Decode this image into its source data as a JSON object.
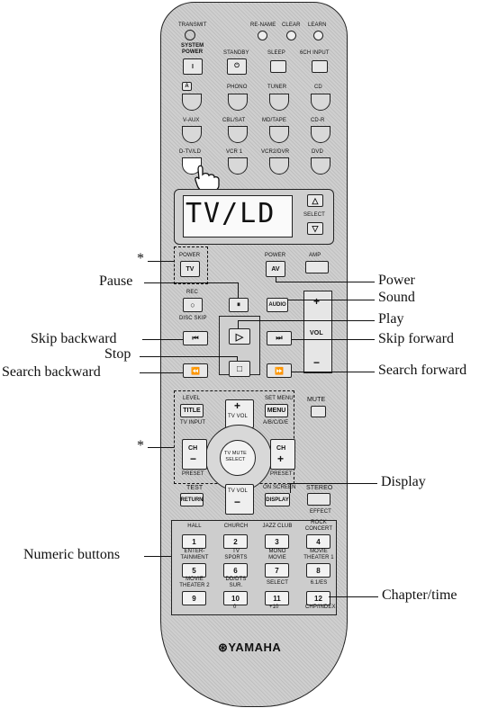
{
  "top_row": {
    "transmit": "TRANSMIT",
    "rename": "RE-NAME",
    "clear": "CLEAR",
    "learn": "LEARN"
  },
  "row_system": {
    "system_power": "SYSTEM\nPOWER",
    "standby": "STANDBY",
    "sleep": "SLEEP",
    "ch6_input": "6CH INPUT",
    "system_glyph": "I",
    "standby_glyph": "⏻"
  },
  "row_inputs1": {
    "a": "A",
    "phono": "PHONO",
    "tuner": "TUNER",
    "cd": "CD"
  },
  "row_inputs2": {
    "vaux": "V-AUX",
    "cblsat": "CBL/SAT",
    "mdtape": "MD/TAPE",
    "cdr": "CD-R"
  },
  "row_inputs3": {
    "dtvld": "D-TV/LD",
    "vcr1": "VCR 1",
    "vcr2dvr": "VCR2/DVR",
    "dvd": "DVD"
  },
  "display": {
    "text": "TV/LD",
    "select": "SELECT",
    "up": "△",
    "down": "▽"
  },
  "power_row": {
    "power_tv_label": "POWER",
    "tv": "TV",
    "power_av_label": "POWER",
    "av": "AV",
    "amp": "AMP"
  },
  "transport": {
    "rec": "REC",
    "disc_skip": "DISC SKIP",
    "pause": "⏸",
    "audio": "AUDIO",
    "skip_back": "⏮",
    "play": "▷",
    "skip_fwd": "⏭",
    "search_back": "⏪",
    "stop": "□",
    "search_fwd": "⏩",
    "vol": "VOL",
    "vol_plus": "+",
    "vol_minus": "−"
  },
  "nav": {
    "level": "LEVEL",
    "title": "TITLE",
    "tv_input": "TV INPUT",
    "set_menu": "SET MENU",
    "menu": "MENU",
    "abcde": "A/B/C/D/E",
    "mute": "MUTE",
    "tv_vol": "TV VOL",
    "tv_mute_select": "TV MUTE\nSELECT",
    "ch": "CH",
    "preset": "PRESET",
    "test": "TEST",
    "return": "RETURN",
    "on_screen": "ON SCREEN",
    "display": "DISPLAY",
    "stereo": "STEREO",
    "effect": "EFFECT",
    "plus": "+",
    "minus": "−"
  },
  "numeric": {
    "row1": [
      {
        "label": "HALL",
        "num": "1"
      },
      {
        "label": "CHURCH",
        "num": "2"
      },
      {
        "label": "JAZZ CLUB",
        "num": "3"
      },
      {
        "label": "ROCK\nCONCERT",
        "num": "4"
      }
    ],
    "row2": [
      {
        "label": "ENTER-\nTAINMENT",
        "num": "5"
      },
      {
        "label": "TV\nSPORTS",
        "num": "6"
      },
      {
        "label": "MONO\nMOVIE",
        "num": "7"
      },
      {
        "label": "MOVIE\nTHEATER 1",
        "num": "8"
      }
    ],
    "row3": [
      {
        "label": "MOVIE\nTHEATER 2",
        "num": "9"
      },
      {
        "label": "DD/DTS\nSUR.",
        "num": "10"
      },
      {
        "label": "SELECT",
        "num": "11"
      },
      {
        "label": "6.1/ES",
        "num": "12"
      }
    ],
    "sub": {
      "zero": "0",
      "plus10": "+10",
      "chp_index": "CHP/INDEX"
    }
  },
  "brand": "⊛YAMAHA",
  "callouts": {
    "star1": "*",
    "pause": "Pause",
    "skip_backward": "Skip backward",
    "stop": "Stop",
    "search_backward": "Search backward",
    "star2": "*",
    "numeric_buttons": "Numeric buttons",
    "power": "Power",
    "sound": "Sound",
    "play": "Play",
    "skip_forward": "Skip forward",
    "search_forward": "Search forward",
    "display": "Display",
    "chapter_time": "Chapter/time"
  }
}
